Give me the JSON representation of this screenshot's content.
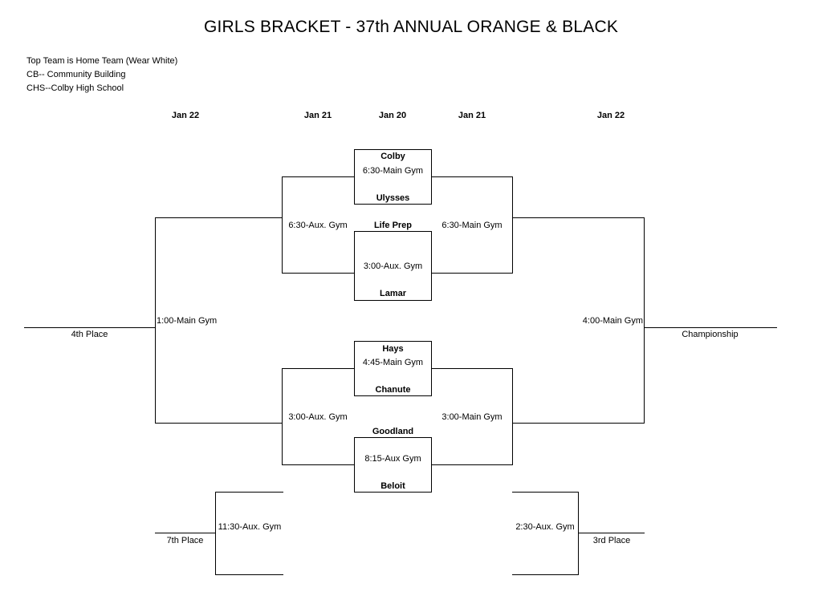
{
  "header": {
    "title": "GIRLS BRACKET - 37th ANNUAL ORANGE & BLACK"
  },
  "notes": [
    "Top Team is Home Team (Wear White)",
    "CB-- Community Building",
    "CHS--Colby High School"
  ],
  "dates": {
    "left_final": "Jan 22",
    "left_semi": "Jan 21",
    "first_round": "Jan 20",
    "right_semi": "Jan 21",
    "right_final": "Jan 22"
  },
  "teams": {
    "colby": "Colby",
    "ulysses": "Ulysses",
    "life_prep": "Life Prep",
    "lamar": "Lamar",
    "hays": "Hays",
    "chanute": "Chanute",
    "goodland": "Goodland",
    "beloit": "Beloit"
  },
  "games": {
    "g1": "6:30-Main Gym",
    "g2": "3:00-Aux. Gym",
    "g3": "4:45-Main Gym",
    "g4": "8:15-Aux Gym",
    "left_semi_top": "6:30-Aux. Gym",
    "left_semi_bottom": "3:00-Aux. Gym",
    "right_semi_top": "6:30-Main Gym",
    "right_semi_bottom": "3:00-Main Gym",
    "fourth_place_game": "1:00-Main Gym",
    "championship_game": "4:00-Main Gym",
    "seventh_place_game": "11:30-Aux. Gym",
    "third_place_game": "2:30-Aux. Gym"
  },
  "places": {
    "fourth": "4th Place",
    "championship": "Championship",
    "seventh": "7th Place",
    "third": "3rd Place"
  }
}
